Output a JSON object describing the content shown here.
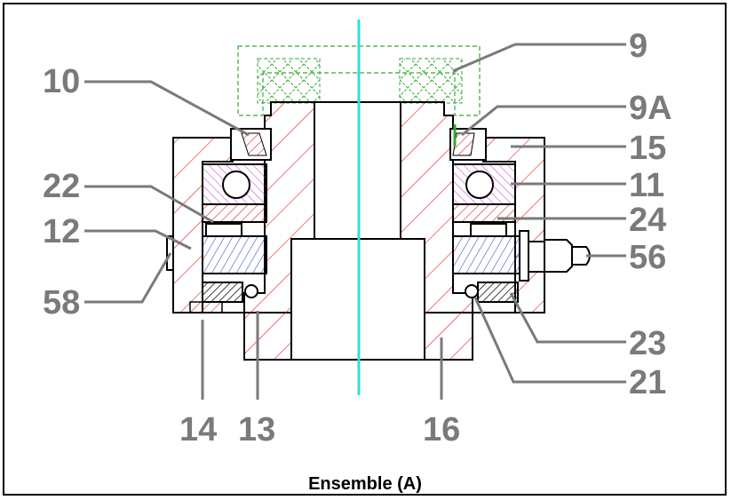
{
  "caption": "Ensemble (A)",
  "part_labels": {
    "p9": "9",
    "p9a": "9A",
    "p10": "10",
    "p15": "15",
    "p22": "22",
    "p11": "11",
    "p12": "12",
    "p24": "24",
    "p56": "56",
    "p58": "58",
    "p23": "23",
    "p21": "21",
    "p14": "14",
    "p13": "13",
    "p16": "16"
  },
  "colors": {
    "section_hatch": "#e02020",
    "bearing_hatch": "#cc33cc",
    "ring_hatch": "#1a33cc",
    "seal_hatch": "#000000",
    "phantom": "#33aa33",
    "axis": "#33dddd",
    "label": "#7a7a7a"
  }
}
